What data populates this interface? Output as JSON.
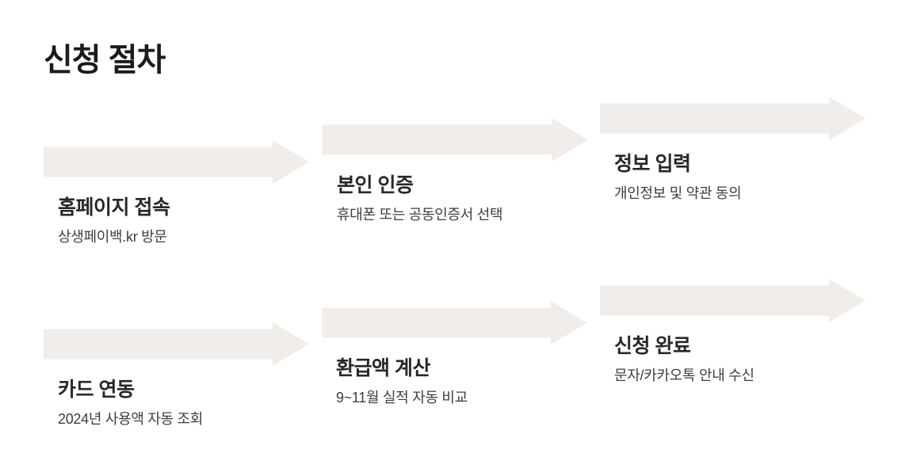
{
  "page": {
    "title": "신청 절차"
  },
  "colors": {
    "background": "#ffffff",
    "arrow_fill": "#f1edeb",
    "title_text": "#1b1b1d",
    "step_title_text": "#28272a",
    "step_desc_text": "#413d3b"
  },
  "steps": [
    {
      "title": "홈페이지 접속",
      "description": "상생페이백.kr 방문"
    },
    {
      "title": "본인 인증",
      "description": "휴대폰 또는 공동인증서 선택"
    },
    {
      "title": "정보 입력",
      "description": "개인정보 및 약관 동의"
    },
    {
      "title": "카드 연동",
      "description": "2024년 사용액 자동 조회"
    },
    {
      "title": "환급액 계산",
      "description": "9~11월 실적 자동 비교"
    },
    {
      "title": "신청 완료",
      "description": "문자/카카오톡 안내 수신"
    }
  ]
}
